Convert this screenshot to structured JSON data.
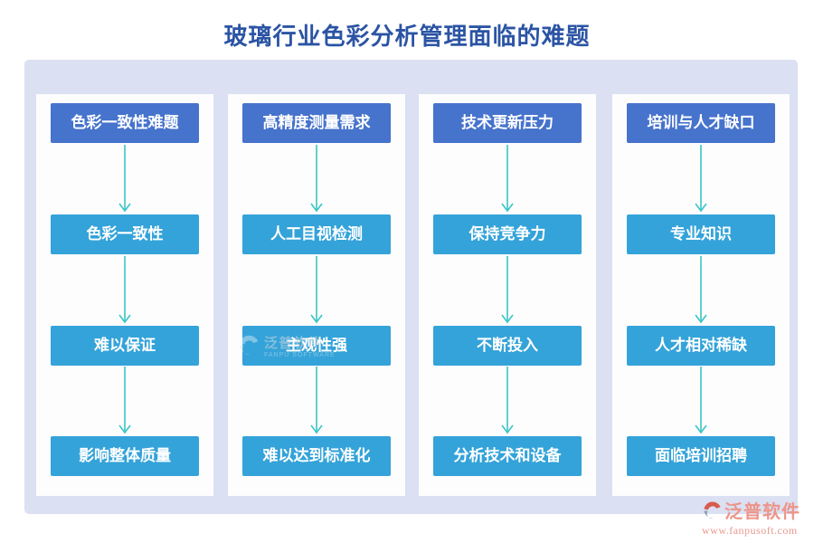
{
  "title": "玻璃行业色彩分析管理面临的难题",
  "colors": {
    "title_text": "#2b54a4",
    "top_box": "#4673cc",
    "sub_box": "#34a3d9",
    "arrow": "#3cc5c5",
    "panel_background": "#dbe0f2",
    "column_background": "#fdfdfe",
    "logo_text": "#ed958a"
  },
  "columns": [
    {
      "boxes": [
        "色彩一致性难题",
        "色彩一致性",
        "难以保证",
        "影响整体质量"
      ]
    },
    {
      "boxes": [
        "高精度测量需求",
        "人工目视检测",
        "主观性强",
        "难以达到标准化"
      ]
    },
    {
      "boxes": [
        "技术更新压力",
        "保持竞争力",
        "不断投入",
        "分析技术和设备"
      ]
    },
    {
      "boxes": [
        "培训与人才缺口",
        "专业知识",
        "人才相对稀缺",
        "面临培训招聘"
      ]
    }
  ],
  "watermark": {
    "brand": "泛普软件",
    "caption": "FANPU SOFTWARE"
  },
  "footer_logo": {
    "brand": "泛普软件",
    "url": "www.fanpusoft.com"
  }
}
